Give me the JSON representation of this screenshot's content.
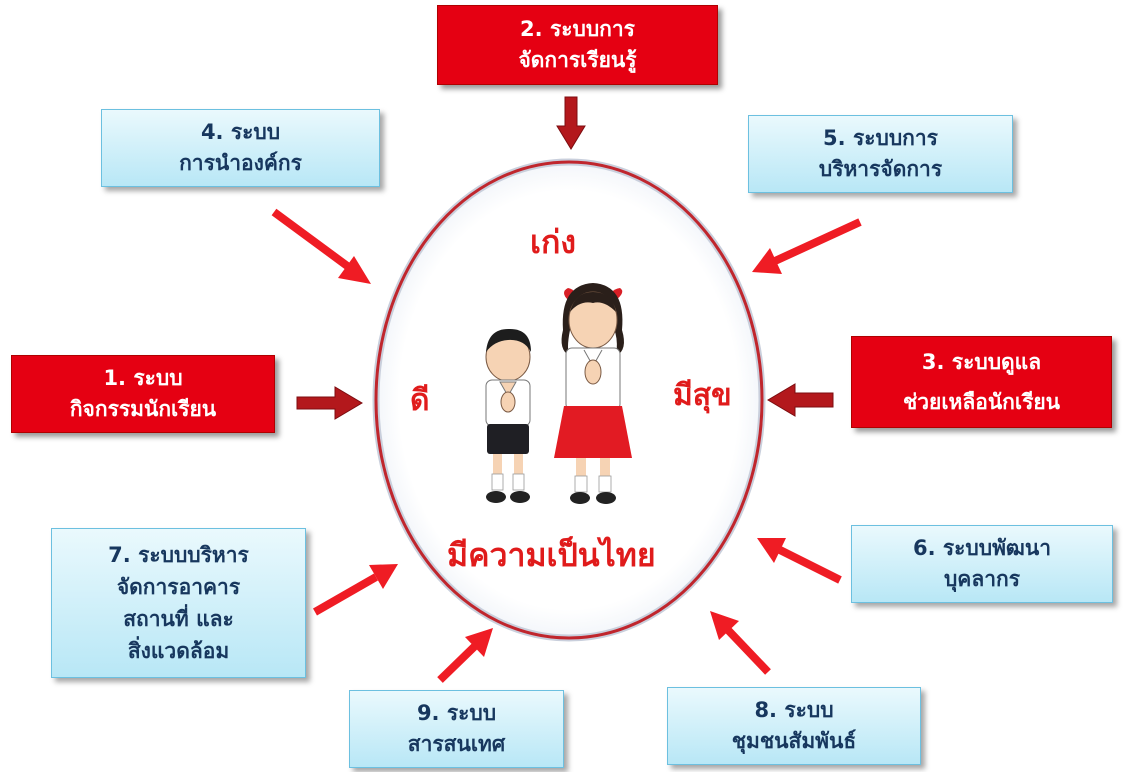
{
  "center": {
    "top_word": "เก่ง",
    "left_word": "ดี",
    "right_word": "มีสุข",
    "bottom_word": "มีความเป็นไทย"
  },
  "boxes": {
    "b1": {
      "line1": "1. ระบบ",
      "line2": "กิจกรรมนักเรียน"
    },
    "b2": {
      "line1": "2. ระบบการ",
      "line2": "จัดการเรียนรู้"
    },
    "b3": {
      "line1": "3. ระบบดูแล",
      "line2": "ช่วยเหลือนักเรียน"
    },
    "b4": {
      "line1": "4. ระบบ",
      "line2": "การนำองค์กร"
    },
    "b5": {
      "line1": "5. ระบบการ",
      "line2": "บริหารจัดการ"
    },
    "b6": {
      "line1": "6. ระบบพัฒนา",
      "line2": "บุคลากร"
    },
    "b7": {
      "line1": "7. ระบบบริหาร",
      "line2": "จัดการอาคาร",
      "line3": "สถานที่ และ",
      "line4": "สิ่งแวดล้อม"
    },
    "b8": {
      "line1": "8. ระบบ",
      "line2": "ชุมชนสัมพันธ์"
    },
    "b9": {
      "line1": "9. ระบบ",
      "line2": "สารสนเทศ"
    }
  },
  "colors": {
    "red": "#e50012",
    "navy_text": "#17375e",
    "center_text": "#e01b1b",
    "arrow_red": "#ef1c24",
    "arrow_dark": "#a01818"
  }
}
